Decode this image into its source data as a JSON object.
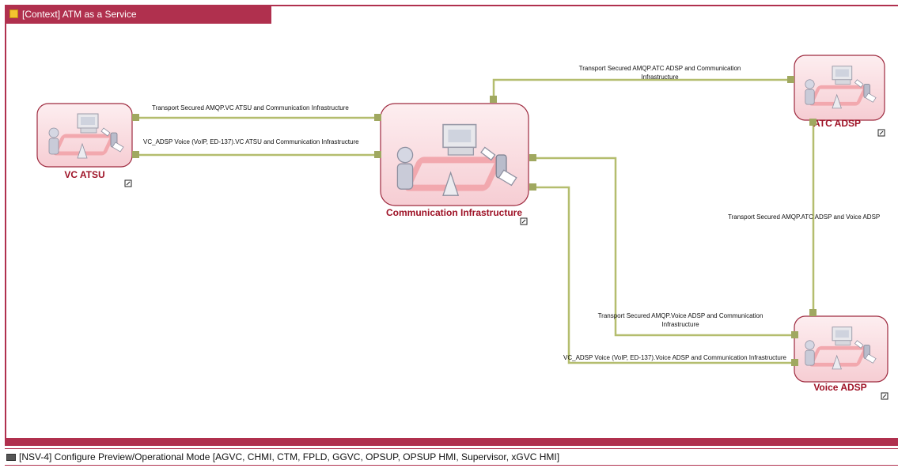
{
  "frame": {
    "title": "[Context] ATM as a Service"
  },
  "nodes": {
    "vc_atsu": {
      "label": "VC ATSU"
    },
    "comm_infra": {
      "label": "Communication Infrastructure"
    },
    "atc_adsp": {
      "label": "ATC ADSP"
    },
    "voice_adsp": {
      "label": "Voice ADSP"
    }
  },
  "connections": {
    "c1": {
      "line1": "Transport Secured AMQP.VC ATSU and Communication Infrastructure"
    },
    "c2": {
      "line1": "VC_ADSP Voice (VoIP, ED-137).VC ATSU and Communication Infrastructure"
    },
    "c3": {
      "line1": "Transport Secured AMQP.ATC ADSP and Communication",
      "line2": "Infrastructure"
    },
    "c4": {
      "line1": "Transport Secured AMQP.ATC ADSP and Voice ADSP"
    },
    "c5": {
      "line1": "Transport Secured AMQP.Voice ADSP and Communication",
      "line2": "Infrastructure"
    },
    "c6": {
      "line1": "VC_ADSP Voice (VoIP, ED-137).Voice ADSP and Communication Infrastructure"
    }
  },
  "status_bar": {
    "text": "[NSV-4] Configure Preview/Operational Mode [AGVC, CHMI, CTM, FPLD, GGVC, OPSUP, OPSUP HMI, Supervisor, xGVC HMI]"
  },
  "colors": {
    "accent": "#b0304e",
    "connector": "#b4bd6e",
    "port": "#a0a860",
    "node_fill": "#fbe3e6",
    "node_border": "#9e2a3f",
    "label": "#9e1226"
  }
}
